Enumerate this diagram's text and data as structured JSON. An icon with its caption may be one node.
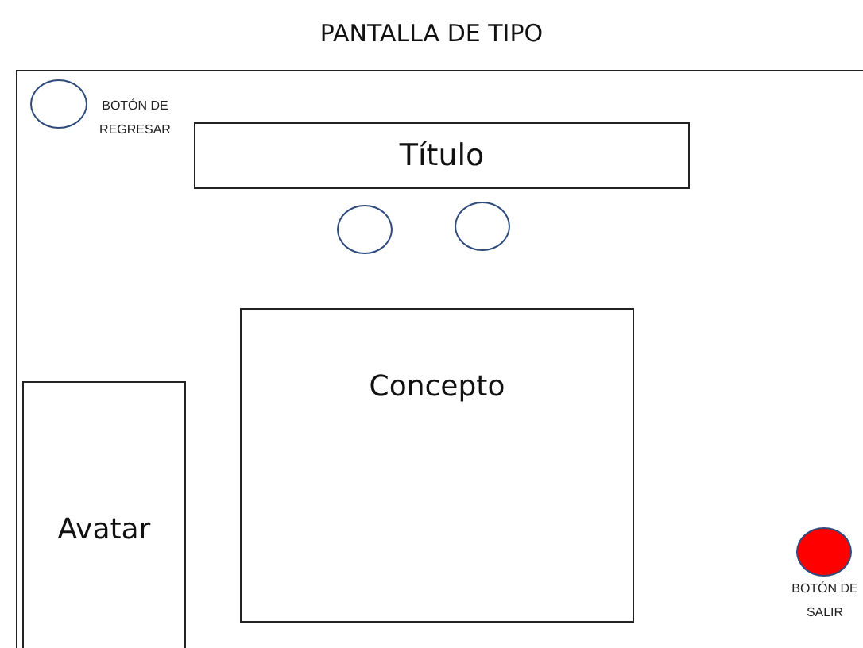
{
  "diagram": {
    "title": "PANTALLA DE TIPO",
    "nodes": [
      {
        "text": [],
        "shape": "box"
      },
      {
        "text": [],
        "shape": "circle",
        "in": 0,
        "beside": [
          "BOTÓN DE REGRESAR"
        ]
      },
      {
        "text": [
          "Título"
        ],
        "in": 0
      },
      {
        "text": [],
        "shape": "circle",
        "in": 0
      },
      {
        "text": [],
        "shape": "circle",
        "in": 0
      },
      {
        "text": [
          "Concepto"
        ],
        "in": 0
      },
      {
        "text": [
          "Avatar"
        ],
        "in": 0
      },
      {
        "text": [],
        "shape": "circle",
        "in": 0,
        "beside": [
          "BOTÓN DE SALIR"
        ]
      }
    ]
  }
}
